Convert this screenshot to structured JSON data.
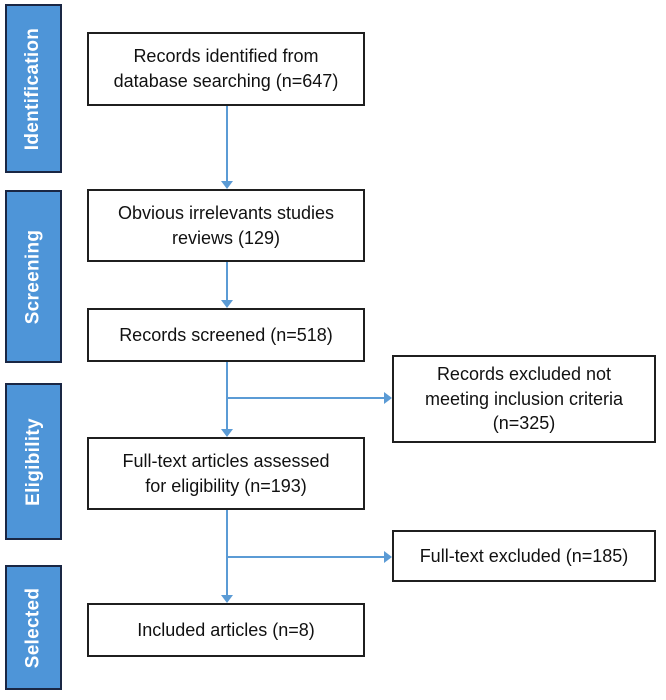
{
  "diagram": {
    "stages": [
      {
        "label": "Identification"
      },
      {
        "label": "Screening"
      },
      {
        "label": "Eligibility"
      },
      {
        "label": "Selected"
      }
    ],
    "boxes": {
      "identified": "Records identified from\ndatabase searching (n=647)",
      "irrelevant": "Obvious irrelevants studies\nreviews (129)",
      "screened": "Records screened (n=518)",
      "excluded": "Records excluded not\nmeeting inclusion criteria\n(n=325)",
      "fulltext": "Full-text articles assessed\nfor eligibility (n=193)",
      "fulltext_excluded": "Full-text excluded (n=185)",
      "included": "Included articles (n=8)"
    },
    "counts": {
      "identified": 647,
      "irrelevant": 129,
      "screened": 518,
      "excluded": 325,
      "fulltext": 193,
      "fulltext_excluded": 185,
      "included": 8
    },
    "colors": {
      "stage_fill": "#4e95d8",
      "stage_border": "#1a2744",
      "arrow": "#5b9bd5",
      "box_border": "#1f1f1f"
    }
  }
}
